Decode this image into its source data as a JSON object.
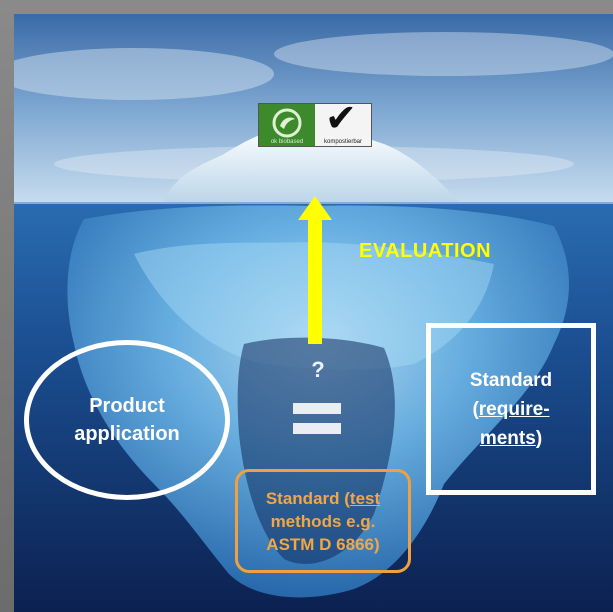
{
  "diagram": {
    "evaluation_label": "EVALUATION",
    "question_mark": "?",
    "product_application": {
      "line1": "Product",
      "line2": "application"
    },
    "standard_requirements": {
      "line1": "Standard",
      "line2_prefix": "(",
      "line2_link": "require-",
      "line3_link": "ments",
      "line3_suffix": ")"
    },
    "standard_test_methods": {
      "line1_prefix": "Standard (",
      "line1_link": "test",
      "line2": "methods e.g.",
      "line3": "ASTM D 6866)"
    },
    "logo": {
      "left_caption": "ok biobased",
      "right_caption": "kompostierbar"
    }
  },
  "colors": {
    "sky_top": "#3d6fa8",
    "sky_bottom": "#bcd4ea",
    "sea_surface": "#1d5a9a",
    "deep_water": "#102a5c",
    "iceberg": "#8cc8ee",
    "evaluation": "#ffff00",
    "arrow": "#ffff00",
    "test_methods": "#f0a040",
    "outline": "#ffffff"
  }
}
